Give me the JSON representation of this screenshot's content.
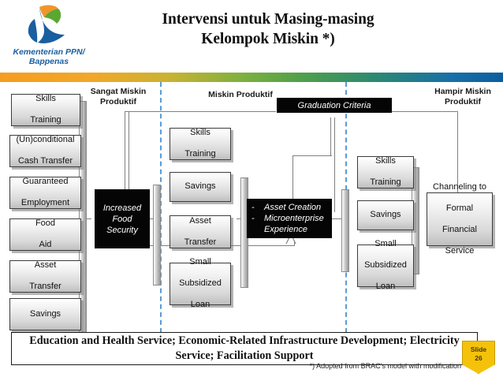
{
  "brand": {
    "logo_line1": "Kementerian PPN/",
    "logo_line2": "Bappenas",
    "logo_icon": "bappenas-bird-logo",
    "colors": {
      "orange": "#f59d20",
      "green": "#4f9f4b",
      "blue": "#1a5fa0"
    }
  },
  "title": {
    "line1": "Intervensi untuk Masing-masing",
    "line2": "Kelompok Miskin *)"
  },
  "groups": [
    {
      "id": "sangat-miskin-produktif",
      "line1": "Sangat Miskin",
      "line2": "Produktif"
    },
    {
      "id": "miskin-produktif",
      "line1": "Miskin Produktif",
      "line2": ""
    },
    {
      "id": "hampir-miskin-produktif",
      "line1": "Hampir Miskin",
      "line2": "Produktif"
    }
  ],
  "graduation_criteria": {
    "label": "Graduation Criteria"
  },
  "column1": {
    "items": [
      {
        "line1": "Skills",
        "line2": "Training"
      },
      {
        "line1": "(Un)conditional",
        "line2": "Cash Transfer"
      },
      {
        "line1": "Guaranteed",
        "line2": "Employment"
      },
      {
        "line1": "Food",
        "line2": "Aid"
      },
      {
        "line1": "Asset",
        "line2": "Transfer"
      },
      {
        "line1": "Savings",
        "line2": ""
      }
    ]
  },
  "outcome1": {
    "line1": "Increased",
    "line2": "Food",
    "line3": "Security"
  },
  "column2": {
    "items": [
      {
        "line1": "Skills",
        "line2": "Training"
      },
      {
        "line1": "Savings",
        "line2": ""
      },
      {
        "line1": "Asset",
        "line2": "Transfer"
      },
      {
        "line1": "Small",
        "line2": "Subsidized",
        "line3": "Loan"
      }
    ]
  },
  "outcome2": {
    "bullet1": "Asset Creation",
    "bullet2a": "Microenterprise",
    "bullet2b": "Experience",
    "dash": "-"
  },
  "column3": {
    "items": [
      {
        "line1": "Skills",
        "line2": "Training"
      },
      {
        "line1": "Savings",
        "line2": ""
      },
      {
        "line1": "Small",
        "line2": "Subsidized",
        "line3": "Loan"
      }
    ]
  },
  "outcome3": {
    "line1": "Channeling to",
    "line2": "Formal",
    "line3": "Financial",
    "line4": "Service"
  },
  "banner": {
    "line1": "Education and Health Service; Economic-Related Infrastructure Development; Electricity",
    "line2": "Service; Facilitation Support"
  },
  "footnote": "*) Adopted from BRAC’s model with modification",
  "slide_badge": {
    "word": "Slide",
    "number": "26"
  }
}
